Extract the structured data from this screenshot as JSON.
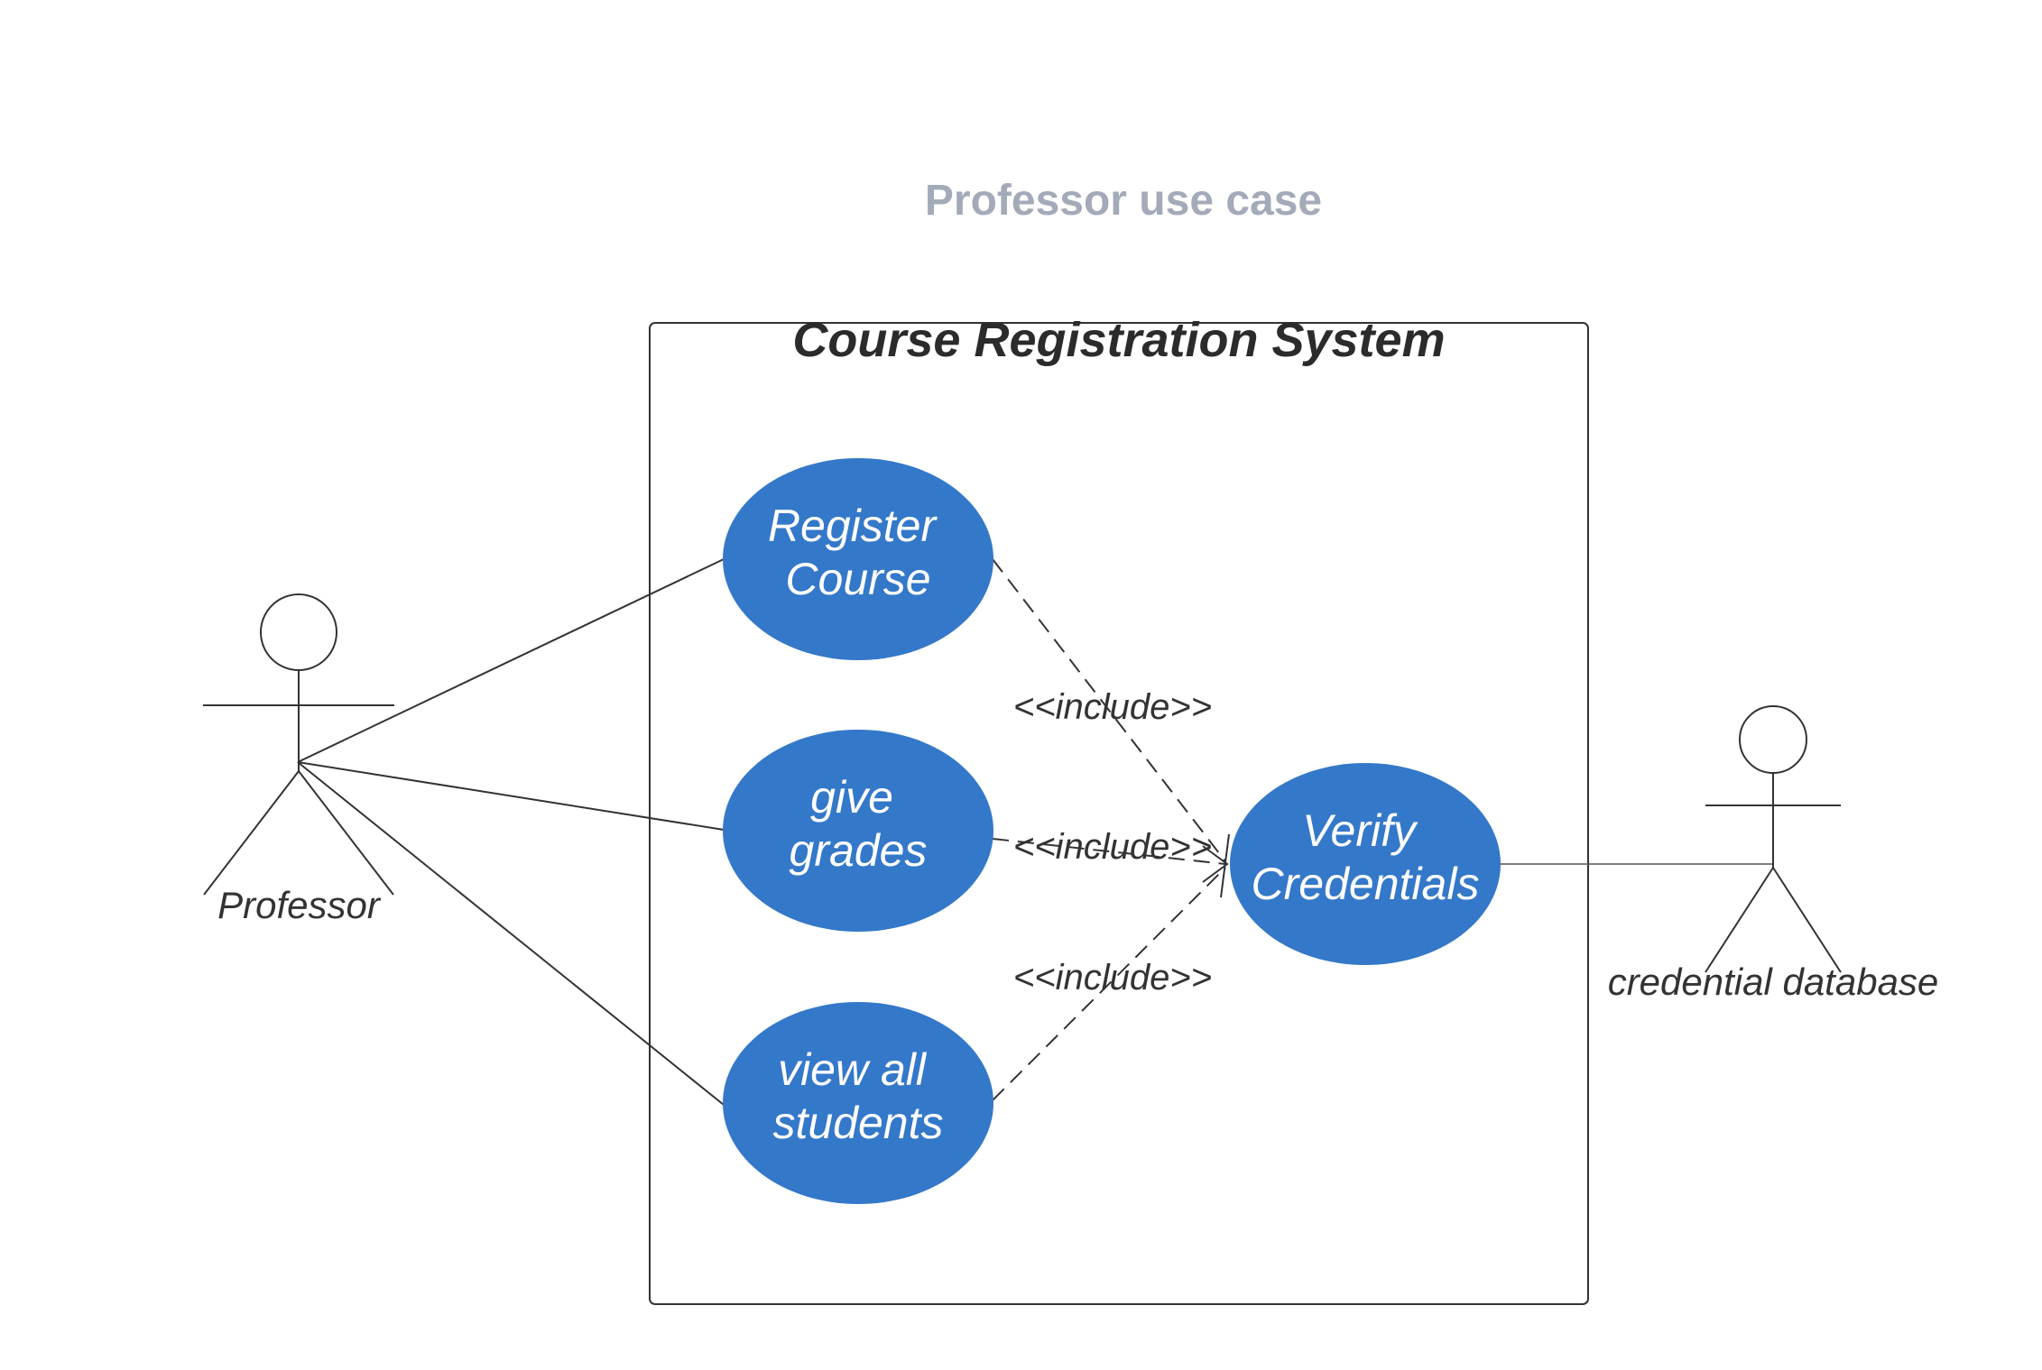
{
  "page_title": "Professor use case",
  "system": {
    "title": "Course Registration System"
  },
  "actors": [
    {
      "id": "professor",
      "label": "Professor"
    },
    {
      "id": "credential-database",
      "label": "credential database"
    }
  ],
  "use_cases": [
    {
      "id": "register-course",
      "lines": [
        "Register",
        "Course"
      ]
    },
    {
      "id": "give-grades",
      "lines": [
        "give",
        "grades"
      ]
    },
    {
      "id": "view-all-students",
      "lines": [
        "view all",
        "students"
      ]
    },
    {
      "id": "verify-credentials",
      "lines": [
        "Verify",
        "Credentials"
      ]
    }
  ],
  "relations": [
    {
      "type": "include",
      "label": "<<include>>"
    },
    {
      "type": "include",
      "label": "<<include>>"
    },
    {
      "type": "include",
      "label": "<<include>>"
    }
  ],
  "colors": {
    "use_case_fill": "#3478c9",
    "page_title": "#a3aab8",
    "stroke": "#333333"
  }
}
